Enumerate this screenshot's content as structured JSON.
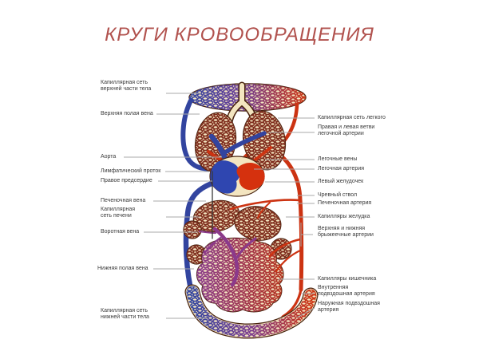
{
  "title": "КРУГИ КРОВООБРАЩЕНИЯ",
  "diagram": {
    "left_labels": [
      {
        "text": "Капиллярная сеть верхней части тела"
      },
      {
        "text": "Верхняя полая вена"
      },
      {
        "text": "Аорта"
      },
      {
        "text": "Лимфатический проток"
      },
      {
        "text": "Правое предсердие"
      },
      {
        "text": "Печеночная вена"
      },
      {
        "text": "Капиллярная сеть печени"
      },
      {
        "text": "Воротная вена"
      },
      {
        "text": "Нижняя полая вена"
      },
      {
        "text": "Капиллярная сеть нижней части тела"
      }
    ],
    "right_labels": [
      {
        "text": "Капиллярная сеть легкого"
      },
      {
        "text": "Правая и левая ветви легочной артерии"
      },
      {
        "text": "Легочные вены"
      },
      {
        "text": "Легочная артерия"
      },
      {
        "text": "Левый желудочек"
      },
      {
        "text": "Чревный ствол"
      },
      {
        "text": "Печеночная артерия"
      },
      {
        "text": "Капилляры желудка"
      },
      {
        "text": "Верхняя и нижняя брыжеечные артерии"
      },
      {
        "text": "Капилляры кишечника"
      },
      {
        "text": "Внутренняя подвздошная артерия"
      },
      {
        "text": "Наружная подвздошная артерия"
      }
    ]
  },
  "colors": {
    "title_red": "#b1524e",
    "artery_red": "#cc3312",
    "vein_blue": "#32449f",
    "portal_purple": "#8b3a8b",
    "organ_mesh_maroon": "#7e2c1c",
    "organ_cream": "#f3e5c0",
    "outline_brown": "#4a2410",
    "leader_gray": "#a8a8a8",
    "label_text": "#3a3a3a"
  }
}
